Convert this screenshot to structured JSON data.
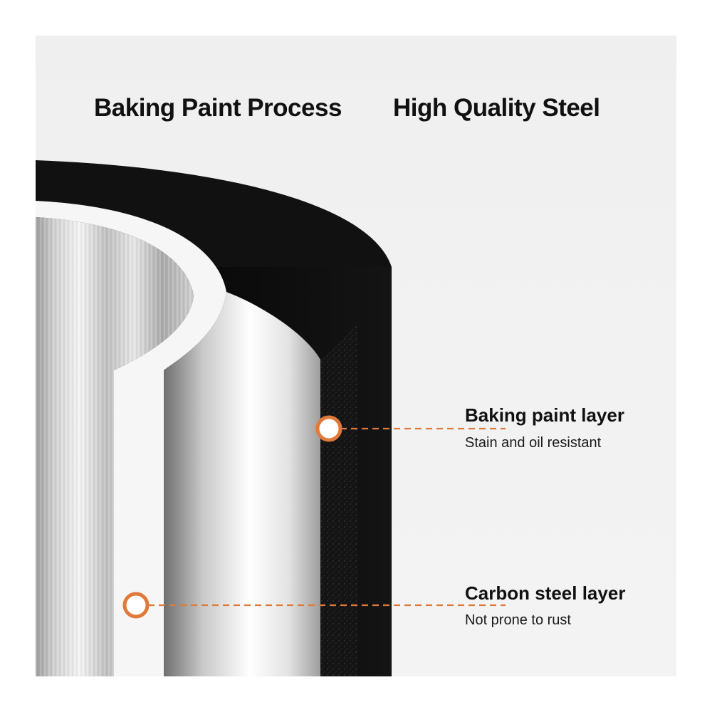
{
  "headings": {
    "left": "Baking Paint Process",
    "right": "High Quality Steel"
  },
  "callouts": [
    {
      "title": "Baking paint layer",
      "subtitle": "Stain and oil resistant"
    },
    {
      "title": "Carbon steel layer",
      "subtitle": "Not prone to rust"
    }
  ],
  "colors": {
    "paint_layer": "#0d0d0d",
    "steel_layer": "#d8d8d8",
    "accent": "#e07a3a",
    "background": "#f0f0f0"
  },
  "icons": [
    "callout-marker-icon",
    "callout-marker-icon"
  ]
}
